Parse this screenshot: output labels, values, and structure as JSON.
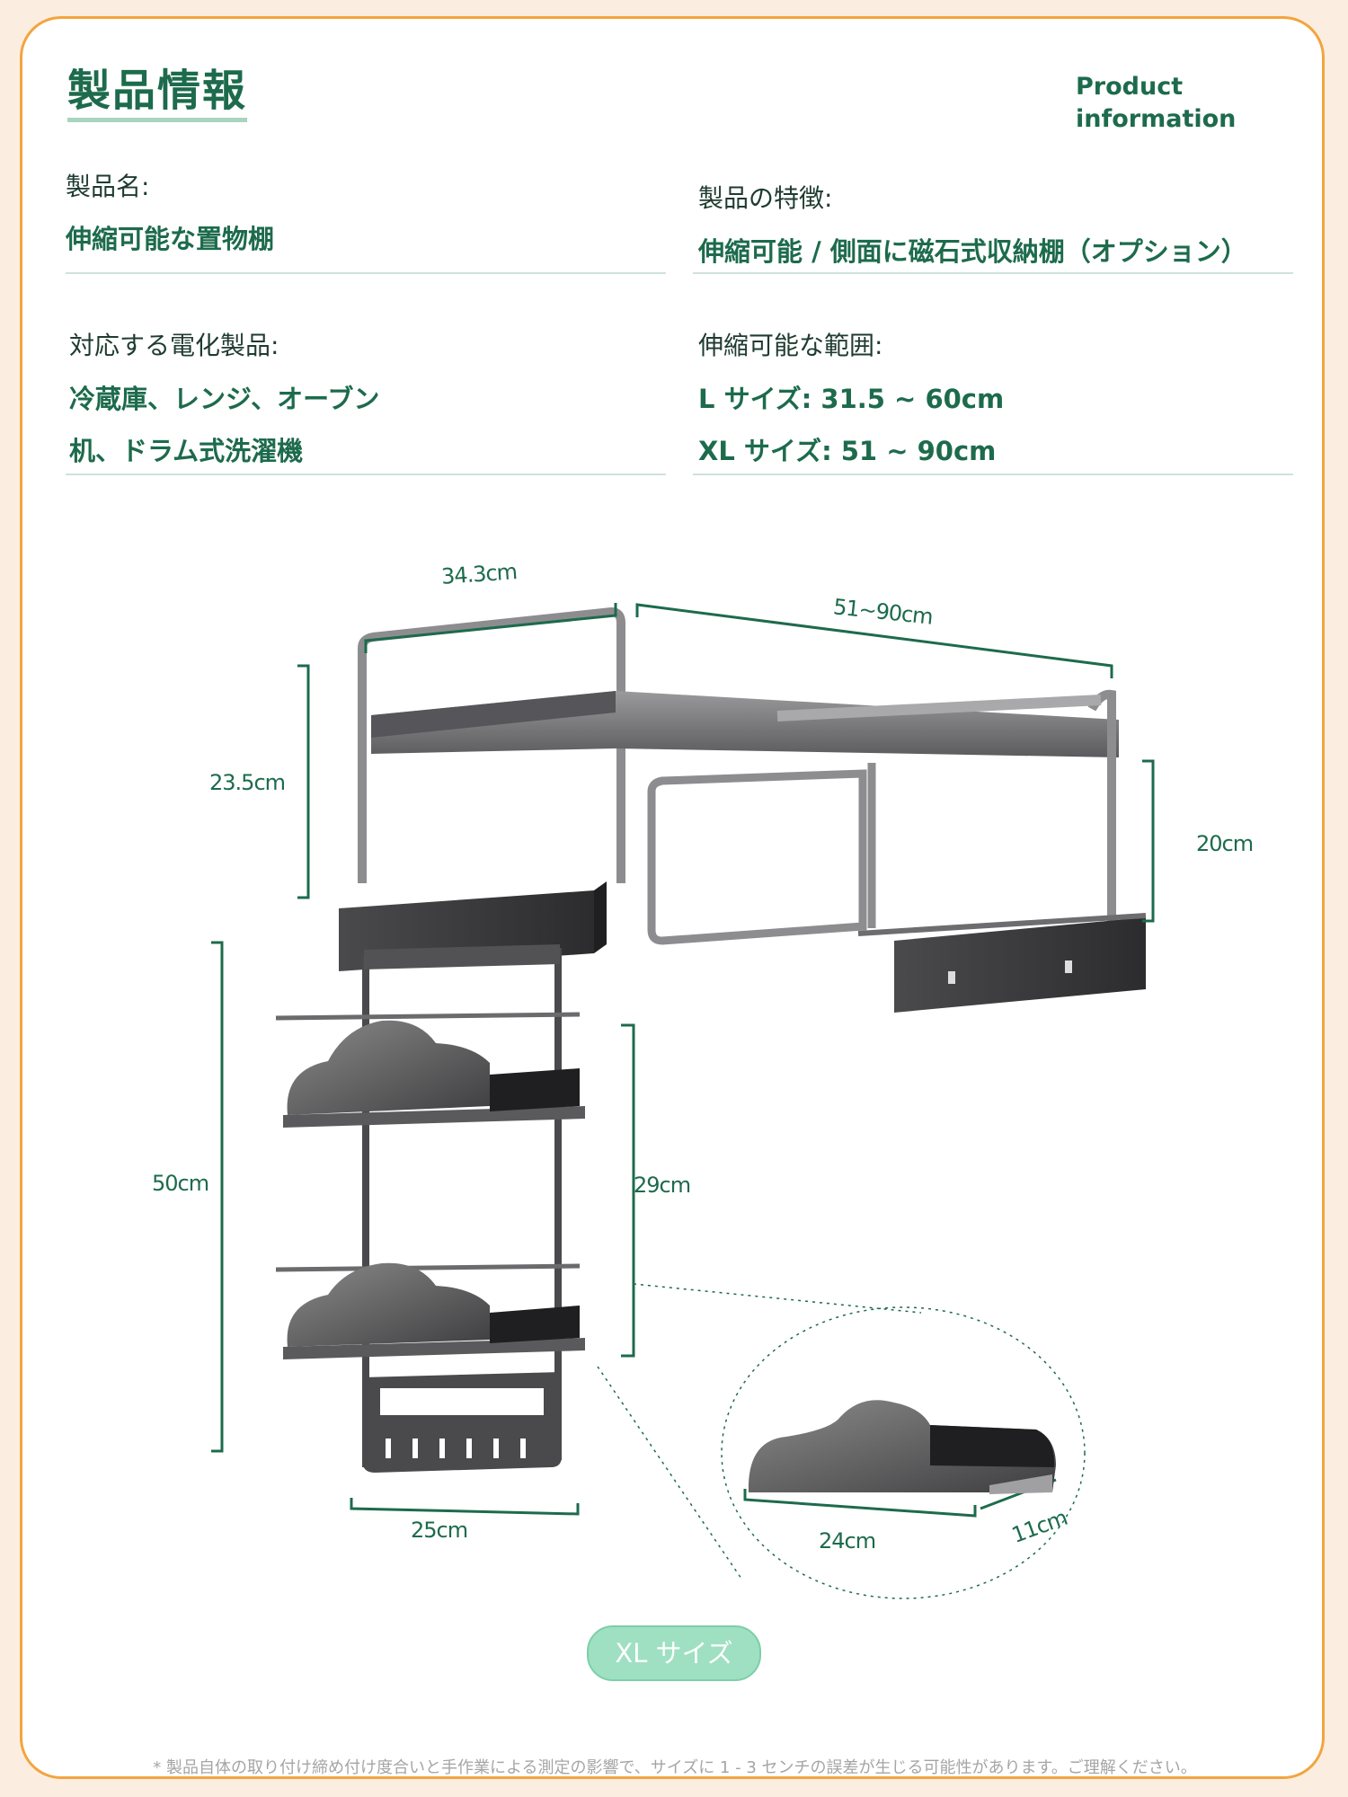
{
  "header": {
    "title": "製品情報",
    "subtitle_line1": "Product",
    "subtitle_line2": "information"
  },
  "specs": {
    "product_name_label": "製品名:",
    "product_name_value": "伸縮可能な置物棚",
    "features_label": "製品の特徴:",
    "features_value": "伸縮可能 / 側面に磁石式収納棚（オプション）",
    "appliances_label": "対応する電化製品:",
    "appliances_line1": "冷蔵庫、レンジ、オーブン",
    "appliances_line2": "机、ドラム式洗濯機",
    "range_label": "伸縮可能な範囲:",
    "range_l": "L サイズ:  31.5 ~ 60cm",
    "range_xl": "XL サイズ:  51 ~ 90cm"
  },
  "dimensions": {
    "depth": "34.3cm",
    "width_range": "51~90cm",
    "shelf_height": "23.5cm",
    "inner_height": "20cm",
    "side_rack_height": "50cm",
    "shelf_spacing": "29cm",
    "side_rack_width": "25cm",
    "basket_width": "24cm",
    "basket_depth": "11cm"
  },
  "badge": "XL サイズ",
  "footnote": "* 製品自体の取り付け締め付け度合いと手作業による測定の影響で、サイズに 1 - 3 センチの誤差が生じる可能性があります。ご理解ください。",
  "colors": {
    "accent_green": "#1d6b4c",
    "border_orange": "#f3a43f",
    "badge_green": "#9fe0c2",
    "background": "#fbeee0"
  }
}
